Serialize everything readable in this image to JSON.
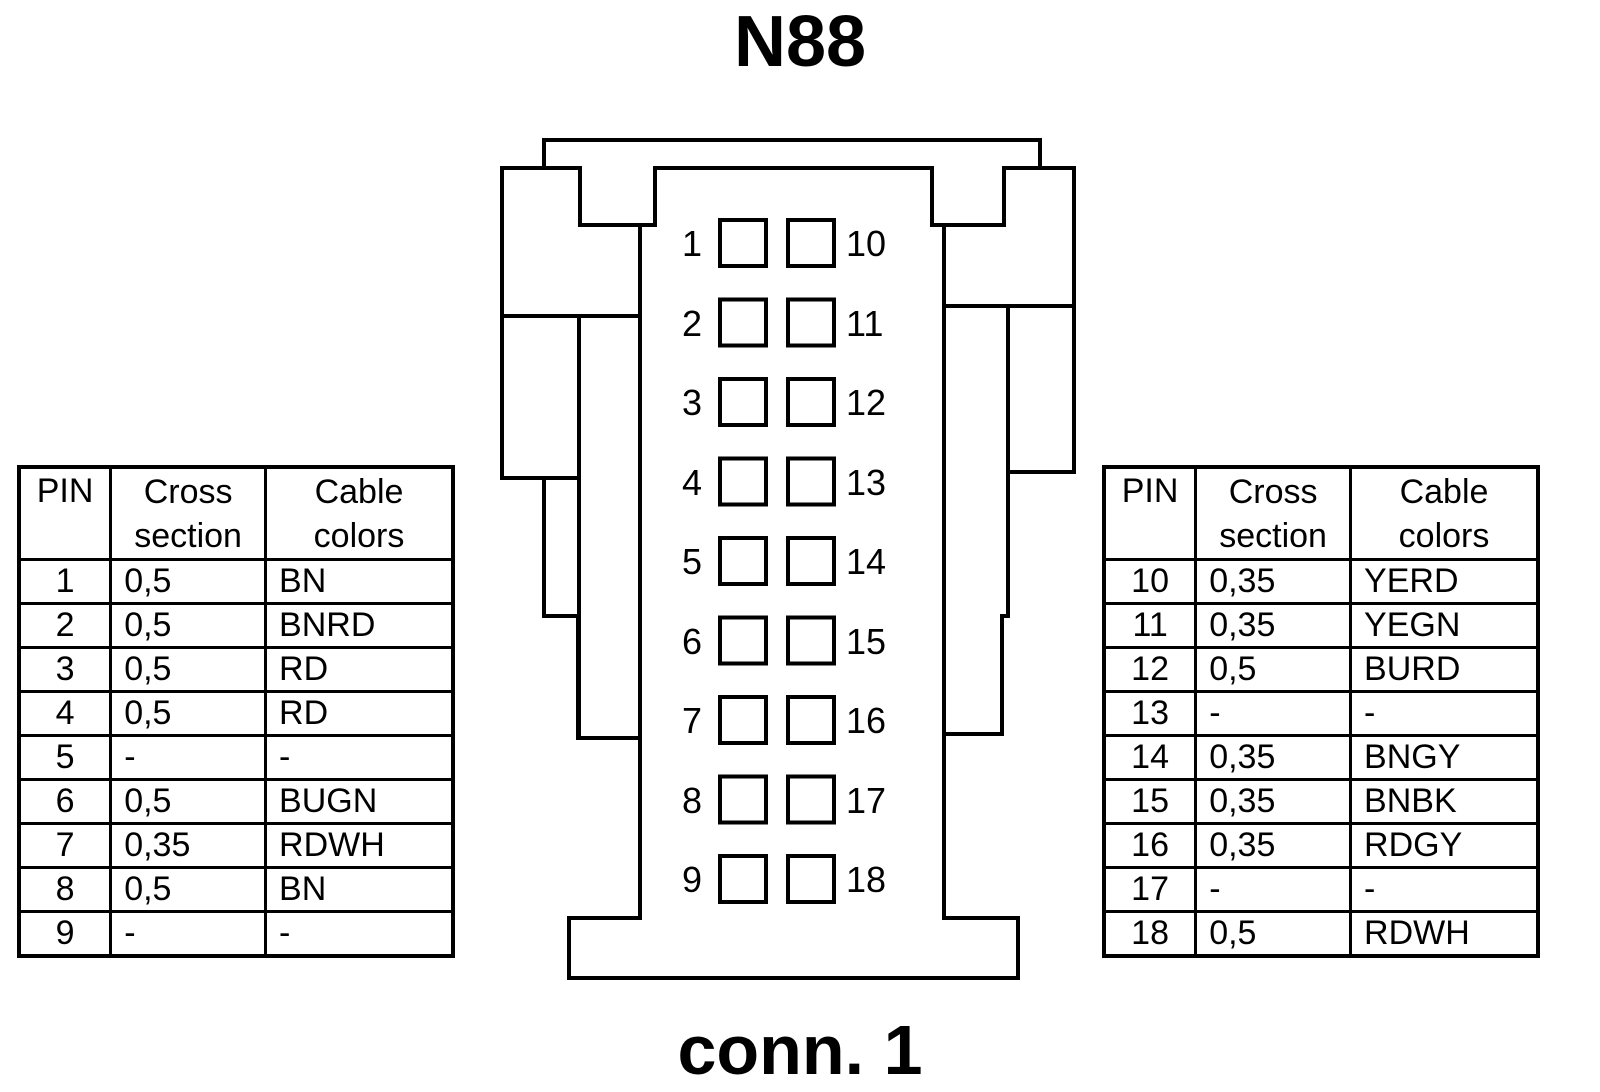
{
  "title": "N88",
  "subtitle": "conn. 1",
  "headers": {
    "pin": "PIN",
    "cross_line1": "Cross",
    "cross_line2": "section",
    "color_line1": "Cable",
    "color_line2": "colors"
  },
  "left_table": [
    {
      "pin": "1",
      "cross": "0,5",
      "color": "BN"
    },
    {
      "pin": "2",
      "cross": "0,5",
      "color": "BNRD"
    },
    {
      "pin": "3",
      "cross": "0,5",
      "color": "RD"
    },
    {
      "pin": "4",
      "cross": "0,5",
      "color": "RD"
    },
    {
      "pin": "5",
      "cross": "-",
      "color": "-"
    },
    {
      "pin": "6",
      "cross": "0,5",
      "color": "BUGN"
    },
    {
      "pin": "7",
      "cross": "0,35",
      "color": "RDWH"
    },
    {
      "pin": "8",
      "cross": "0,5",
      "color": "BN"
    },
    {
      "pin": "9",
      "cross": "-",
      "color": "-"
    }
  ],
  "right_table": [
    {
      "pin": "10",
      "cross": "0,35",
      "color": "YERD"
    },
    {
      "pin": "11",
      "cross": "0,35",
      "color": "YEGN"
    },
    {
      "pin": "12",
      "cross": "0,5",
      "color": "BURD"
    },
    {
      "pin": "13",
      "cross": "-",
      "color": "-"
    },
    {
      "pin": "14",
      "cross": "0,35",
      "color": "BNGY"
    },
    {
      "pin": "15",
      "cross": "0,35",
      "color": "BNBK"
    },
    {
      "pin": "16",
      "cross": "0,35",
      "color": "RDGY"
    },
    {
      "pin": "17",
      "cross": "-",
      "color": "-"
    },
    {
      "pin": "18",
      "cross": "0,5",
      "color": "RDWH"
    }
  ],
  "connector_pins_left": [
    "1",
    "2",
    "3",
    "4",
    "5",
    "6",
    "7",
    "8",
    "9"
  ],
  "connector_pins_right": [
    "10",
    "11",
    "12",
    "13",
    "14",
    "15",
    "16",
    "17",
    "18"
  ]
}
